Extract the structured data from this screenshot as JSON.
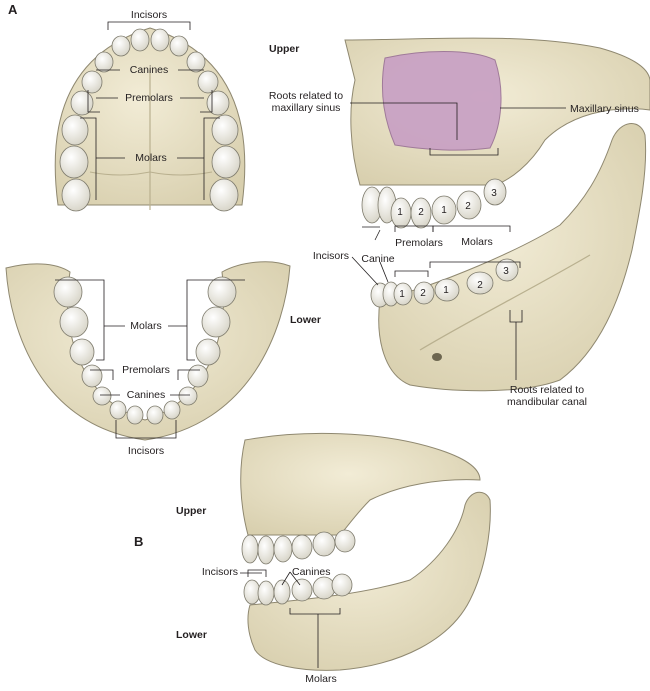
{
  "colors": {
    "bone": "#e8e0c4",
    "bone_shade": "#cfc5a3",
    "bone_outline": "#8f8870",
    "tooth": "#f3f1e9",
    "tooth_shade": "#d9d6c8",
    "sinus": "#c9a2c4",
    "line": "#231f20"
  },
  "panel_a": {
    "label": "A",
    "upper_arch": {
      "incisors": "Incisors",
      "canines": "Canines",
      "premolars": "Premolars",
      "molars": "Molars"
    },
    "lower_arch": {
      "molars": "Molars",
      "premolars": "Premolars",
      "canines": "Canines",
      "incisors": "Incisors"
    },
    "lateral": {
      "upper": "Upper",
      "lower": "Lower",
      "roots_sinus": "Roots related to\nmaxillary sinus",
      "maxillary_sinus": "Maxillary sinus",
      "incisors": "Incisors",
      "canine": "Canine",
      "premolars": "Premolars",
      "molars": "Molars",
      "roots_canal": "Roots related to\nmandibular canal",
      "upper_numbers": [
        "1",
        "2",
        "1",
        "2",
        "3"
      ],
      "lower_numbers": [
        "1",
        "2",
        "1",
        "2",
        "3"
      ]
    }
  },
  "panel_b": {
    "label": "B",
    "upper": "Upper",
    "lower": "Lower",
    "incisors": "Incisors",
    "canines": "Canines",
    "molars": "Molars"
  }
}
